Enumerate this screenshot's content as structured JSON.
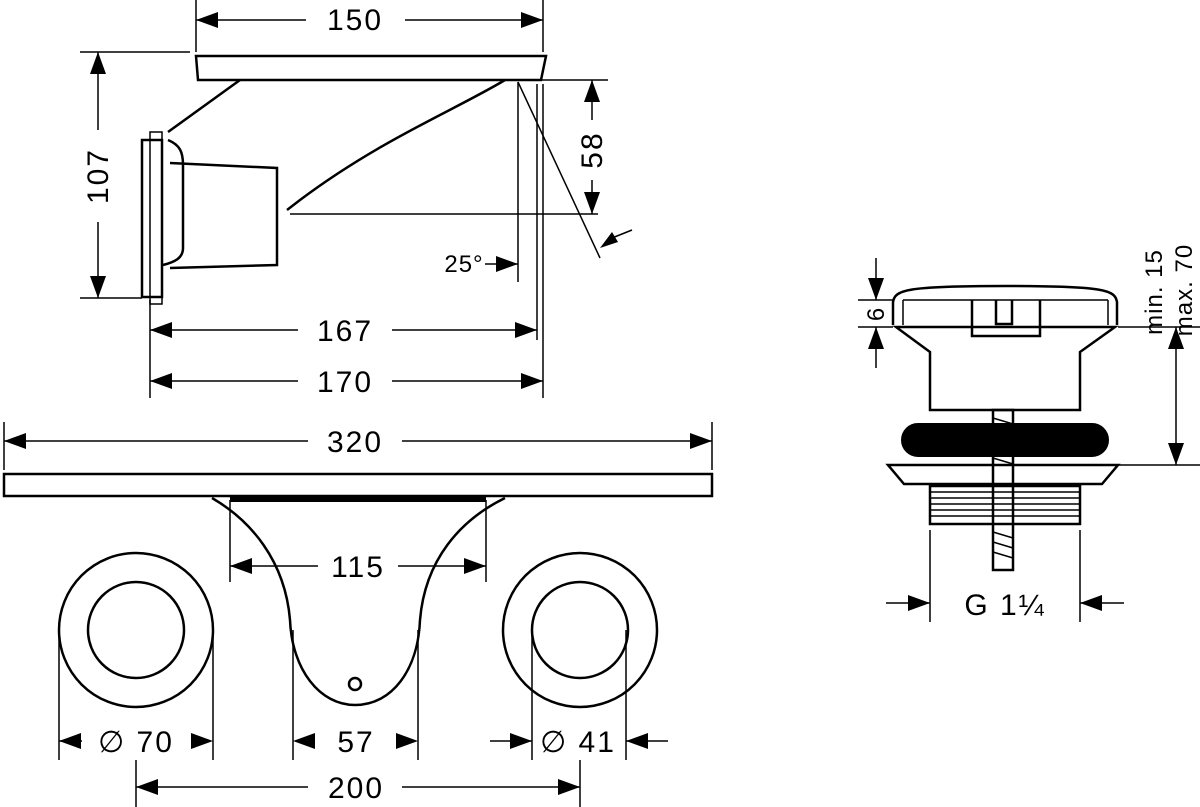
{
  "colors": {
    "line": "#000000",
    "background": "#ffffff"
  },
  "side_view": {
    "dim_top_width": "150",
    "dim_height_total": "107",
    "dim_spout_height": "58",
    "dim_angle": "25°",
    "dim_depth_167": "167",
    "dim_depth_170": "170"
  },
  "front_view": {
    "dim_plate_width": "320",
    "dim_spout_width": "115",
    "dim_left_handle_diameter": "∅ 70",
    "dim_spout_tip_width": "57",
    "dim_right_handle_diameter": "∅ 41",
    "dim_handle_spacing": "200"
  },
  "drain_view": {
    "dim_cap_height": "6",
    "dim_clamp_min": "min. 15",
    "dim_clamp_max": "max. 70",
    "dim_thread": "G 1¼"
  }
}
